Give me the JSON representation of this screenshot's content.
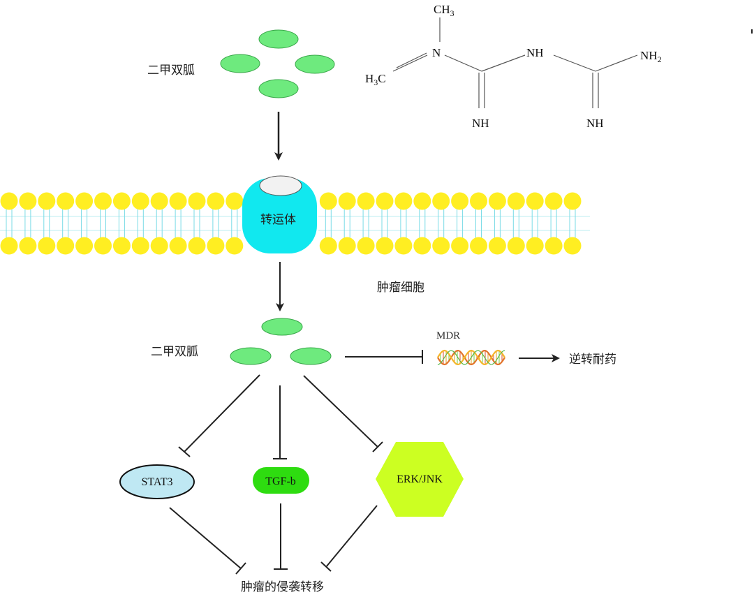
{
  "labels": {
    "metformin_top": "二甲双胍",
    "metformin_inside": "二甲双胍",
    "transporter": "转运体",
    "tumor_cell": "肿瘤细胞",
    "mdr": "MDR",
    "reverse_resistance": "逆转耐药",
    "outcome": "肿瘤的侵袭转移"
  },
  "structure": {
    "ch3_top": "CH",
    "ch3_top_sub": "3",
    "n_atom": "N",
    "h3c_h": "H",
    "h3c_sub": "3",
    "h3c_c": "C",
    "nh_mid": "NH",
    "nh2": "NH",
    "nh2_sub": "2",
    "nh_left_bottom": "NH",
    "nh_right_bottom": "NH"
  },
  "targets": {
    "stat3": "STAT3",
    "tgfb": "TGF-b",
    "erk_jnk": "ERK/JNK"
  },
  "colors": {
    "metformin_fill": "#6eea7e",
    "lipid_head": "#ffee22",
    "lipid_tail": "#79dbe6",
    "transporter": "#11e8ef",
    "stat3_fill": "#bfe8f3",
    "tgfb_fill": "#2edc10",
    "erk_fill": "#ccff22"
  }
}
